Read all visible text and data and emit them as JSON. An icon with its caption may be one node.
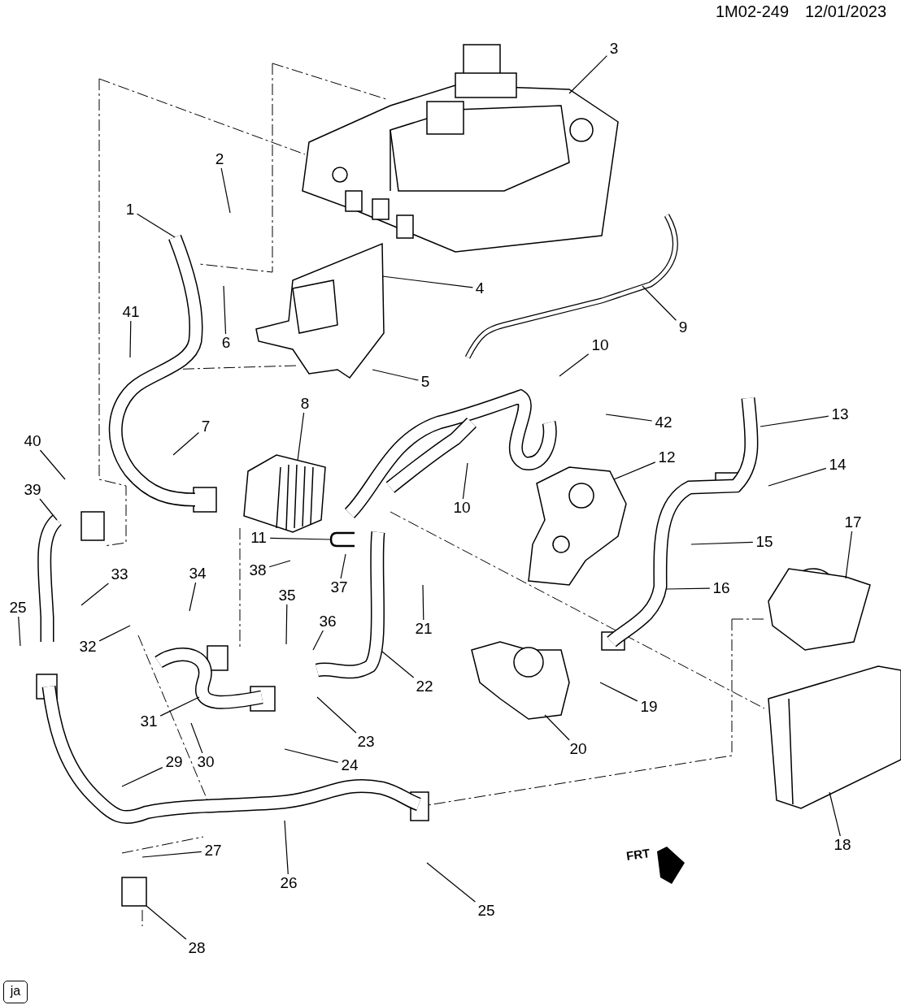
{
  "diagram": {
    "nodes": [
      {
        "text": [
          "1"
        ]
      },
      {
        "text": [
          "2"
        ]
      },
      {
        "text": [
          "3"
        ]
      },
      {
        "text": [
          "4"
        ]
      },
      {
        "text": [
          "5"
        ]
      },
      {
        "text": [
          "6"
        ]
      },
      {
        "text": [
          "7"
        ]
      },
      {
        "text": [
          "8"
        ]
      },
      {
        "text": [
          "9"
        ]
      },
      {
        "text": [
          "10"
        ]
      },
      {
        "text": [
          "10"
        ]
      },
      {
        "text": [
          "11"
        ]
      },
      {
        "text": [
          "12"
        ]
      },
      {
        "text": [
          "13"
        ]
      },
      {
        "text": [
          "14"
        ]
      },
      {
        "text": [
          "15"
        ]
      },
      {
        "text": [
          "16"
        ]
      },
      {
        "text": [
          "17"
        ]
      },
      {
        "text": [
          "18"
        ]
      },
      {
        "text": [
          "19"
        ]
      },
      {
        "text": [
          "20"
        ]
      },
      {
        "text": [
          "21"
        ]
      },
      {
        "text": [
          "22"
        ]
      },
      {
        "text": [
          "23"
        ]
      },
      {
        "text": [
          "24"
        ]
      },
      {
        "text": [
          "25"
        ]
      },
      {
        "text": [
          "25"
        ]
      },
      {
        "text": [
          "26"
        ]
      },
      {
        "text": [
          "27"
        ]
      },
      {
        "text": [
          "28"
        ]
      },
      {
        "text": [
          "29"
        ]
      },
      {
        "text": [
          "30"
        ]
      },
      {
        "text": [
          "31"
        ]
      },
      {
        "text": [
          "32"
        ]
      },
      {
        "text": [
          "33"
        ]
      },
      {
        "text": [
          "34"
        ]
      },
      {
        "text": [
          "35"
        ]
      },
      {
        "text": [
          "36"
        ]
      },
      {
        "text": [
          "37"
        ]
      },
      {
        "text": [
          "38"
        ]
      },
      {
        "text": [
          "39"
        ]
      },
      {
        "text": [
          "40"
        ]
      },
      {
        "text": [
          "41"
        ]
      },
      {
        "text": [
          "42"
        ]
      },
      {
        "text": [],
        "shape": "picture"
      }
    ],
    "edges": [
      {
        "from": 0,
        "to": null,
        "arrow": "none"
      },
      {
        "from": 1,
        "to": null,
        "arrow": "none"
      },
      {
        "from": 2,
        "to": null,
        "arrow": "none"
      },
      {
        "from": 3,
        "to": null,
        "arrow": "none"
      },
      {
        "from": 4,
        "to": null,
        "arrow": "none"
      },
      {
        "from": 5,
        "to": null,
        "arrow": "none"
      },
      {
        "from": 6,
        "to": null,
        "arrow": "none"
      },
      {
        "from": 7,
        "to": 44,
        "arrow": "none"
      },
      {
        "from": 8,
        "to": null,
        "arrow": "none"
      },
      {
        "from": 9,
        "to": null,
        "arrow": "none"
      },
      {
        "from": 10,
        "to": null,
        "arrow": "none"
      },
      {
        "from": 11,
        "to": null,
        "arrow": "none"
      },
      {
        "from": 12,
        "to": null,
        "arrow": "none"
      },
      {
        "from": 13,
        "to": null,
        "arrow": "none"
      },
      {
        "from": 14,
        "to": null,
        "arrow": "none"
      },
      {
        "from": 15,
        "to": null,
        "arrow": "none"
      },
      {
        "from": 16,
        "to": null,
        "arrow": "none"
      },
      {
        "from": 17,
        "to": null,
        "arrow": "none"
      },
      {
        "from": 18,
        "to": null,
        "arrow": "none"
      },
      {
        "from": 19,
        "to": null,
        "arrow": "none"
      },
      {
        "from": 20,
        "to": null,
        "arrow": "none"
      },
      {
        "from": 21,
        "to": null,
        "arrow": "none"
      },
      {
        "from": 22,
        "to": null,
        "arrow": "none"
      },
      {
        "from": 23,
        "to": null,
        "arrow": "none"
      },
      {
        "from": 24,
        "to": null,
        "arrow": "none"
      },
      {
        "from": 25,
        "to": null,
        "arrow": "none"
      },
      {
        "from": 26,
        "to": null,
        "arrow": "none"
      },
      {
        "from": 27,
        "to": null,
        "arrow": "none"
      },
      {
        "from": 28,
        "to": null,
        "arrow": "none"
      },
      {
        "from": 29,
        "to": null,
        "arrow": "none"
      },
      {
        "from": 30,
        "to": null,
        "arrow": "none"
      },
      {
        "from": 31,
        "to": null,
        "arrow": "none"
      },
      {
        "from": 32,
        "to": null,
        "arrow": "none"
      },
      {
        "from": 33,
        "to": null,
        "arrow": "none"
      },
      {
        "from": 34,
        "to": null,
        "arrow": "none"
      },
      {
        "from": 35,
        "to": null,
        "arrow": "none"
      },
      {
        "from": 36,
        "to": null,
        "arrow": "none"
      },
      {
        "from": 37,
        "to": null,
        "arrow": "none"
      },
      {
        "from": 38,
        "to": null,
        "arrow": "none"
      },
      {
        "from": 39,
        "to": null,
        "arrow": "none"
      },
      {
        "from": 40,
        "to": null,
        "arrow": "none"
      },
      {
        "from": 41,
        "to": null,
        "arrow": "none"
      },
      {
        "from": 42,
        "to": null,
        "arrow": "none"
      },
      {
        "from": 43,
        "to": null,
        "arrow": "none"
      }
    ],
    "labels": [
      "1M02-249",
      "12/01/2023",
      "FRT",
      "ja"
    ]
  }
}
